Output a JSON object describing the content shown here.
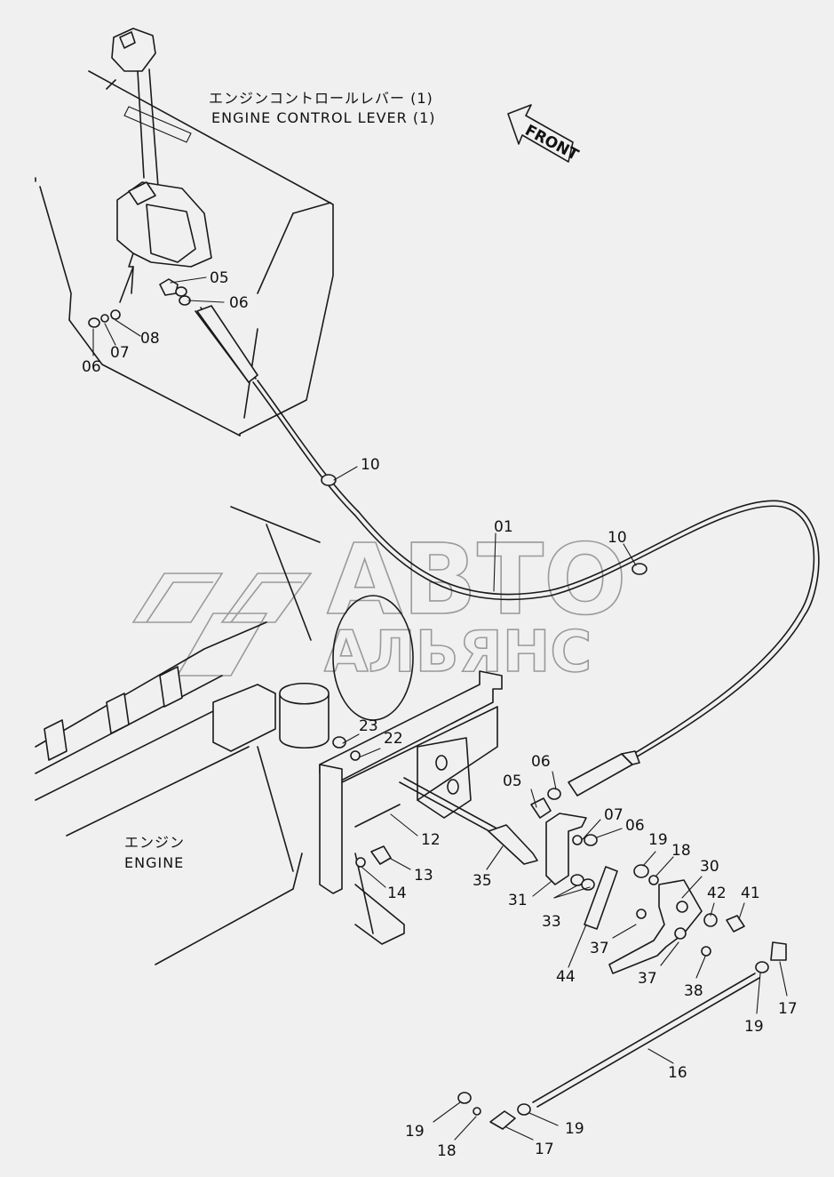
{
  "titles": {
    "lever_jp": "エンジンコントロールレバー (1)",
    "lever_en": "ENGINE  CONTROL  LEVER (1)",
    "engine_jp": "エンジン",
    "engine_en": "ENGINE",
    "front": "FRONT"
  },
  "watermark": {
    "line1": "АВТО",
    "line2": "АЛЬЯНС"
  },
  "callouts": [
    {
      "id": "c1",
      "text": "05"
    },
    {
      "id": "c2",
      "text": "06"
    },
    {
      "id": "c3",
      "text": "06"
    },
    {
      "id": "c4",
      "text": "07"
    },
    {
      "id": "c5",
      "text": "08"
    },
    {
      "id": "c6",
      "text": "10"
    },
    {
      "id": "c7",
      "text": "01"
    },
    {
      "id": "c8",
      "text": "10"
    },
    {
      "id": "c9",
      "text": "23"
    },
    {
      "id": "c10",
      "text": "22"
    },
    {
      "id": "c11",
      "text": "06"
    },
    {
      "id": "c12",
      "text": "05"
    },
    {
      "id": "c13",
      "text": "07"
    },
    {
      "id": "c14",
      "text": "06"
    },
    {
      "id": "c15",
      "text": "12"
    },
    {
      "id": "c16",
      "text": "13"
    },
    {
      "id": "c17",
      "text": "14"
    },
    {
      "id": "c18",
      "text": "35"
    },
    {
      "id": "c19",
      "text": "31"
    },
    {
      "id": "c20",
      "text": "33"
    },
    {
      "id": "c21",
      "text": "19"
    },
    {
      "id": "c22",
      "text": "18"
    },
    {
      "id": "c23",
      "text": "30"
    },
    {
      "id": "c24",
      "text": "42"
    },
    {
      "id": "c25",
      "text": "41"
    },
    {
      "id": "c26",
      "text": "37"
    },
    {
      "id": "c27",
      "text": "37"
    },
    {
      "id": "c28",
      "text": "38"
    },
    {
      "id": "c29",
      "text": "44"
    },
    {
      "id": "c30",
      "text": "17"
    },
    {
      "id": "c31",
      "text": "19"
    },
    {
      "id": "c32",
      "text": "16"
    },
    {
      "id": "c33",
      "text": "19"
    },
    {
      "id": "c34",
      "text": "18"
    },
    {
      "id": "c35",
      "text": "17"
    },
    {
      "id": "c36",
      "text": "19"
    }
  ]
}
